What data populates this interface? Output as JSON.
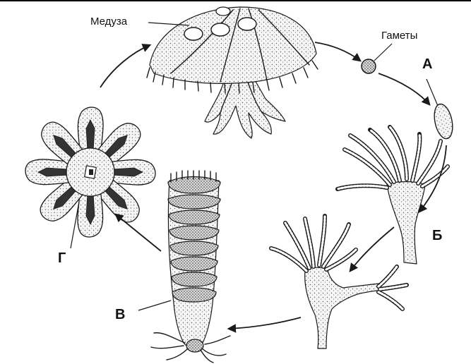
{
  "labels": {
    "medusa": "Медуза",
    "gametes": "Гаметы",
    "a": "А",
    "b": "Б",
    "v": "В",
    "g": "Г"
  },
  "colors": {
    "ink": "#1a1a1a",
    "body_fill": "#f4f4f4",
    "stipple": "#555555",
    "dark_fill": "#222222"
  }
}
